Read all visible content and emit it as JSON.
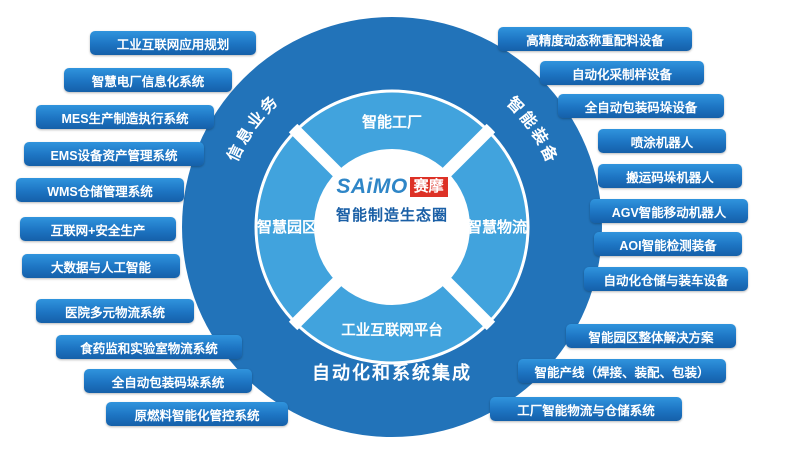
{
  "diagram": {
    "center": {
      "brand_latin": "SAiMO",
      "brand_cn": "赛摩",
      "title": "智能制造生态圈"
    },
    "quadrants": {
      "top": "智能工厂",
      "right": "智慧物流",
      "bottom": "工业互联网平台",
      "left": "智慧园区"
    },
    "ring_labels": {
      "top_left": "信息业务",
      "top_right": "智能装备",
      "bottom": "自动化和系统集成"
    },
    "colors": {
      "outer_ring": "#2273b9",
      "quadrant_ring": "#41a3dd",
      "pill_blue": "#1d74c2",
      "brand_red": "#dd3126",
      "brand_blue": "#2f86c7"
    }
  },
  "left_pills": [
    "工业互联网应用规划",
    "智慧电厂信息化系统",
    "MES生产制造执行系统",
    "EMS设备资产管理系统",
    "WMS仓储管理系统",
    "互联网+安全生产",
    "大数据与人工智能",
    "医院多元物流系统",
    "食药监和实验室物流系统",
    "全自动包装码垛系统",
    "原燃料智能化管控系统"
  ],
  "right_pills": [
    "高精度动态称重配料设备",
    "自动化采制样设备",
    "全自动包装码垛设备",
    "喷涂机器人",
    "搬运码垛机器人",
    "AGV智能移动机器人",
    "AOI智能检测装备",
    "自动化仓储与装车设备",
    "智能园区整体解决方案",
    "智能产线（焊接、装配、包装）",
    "工厂智能物流与仓储系统"
  ]
}
